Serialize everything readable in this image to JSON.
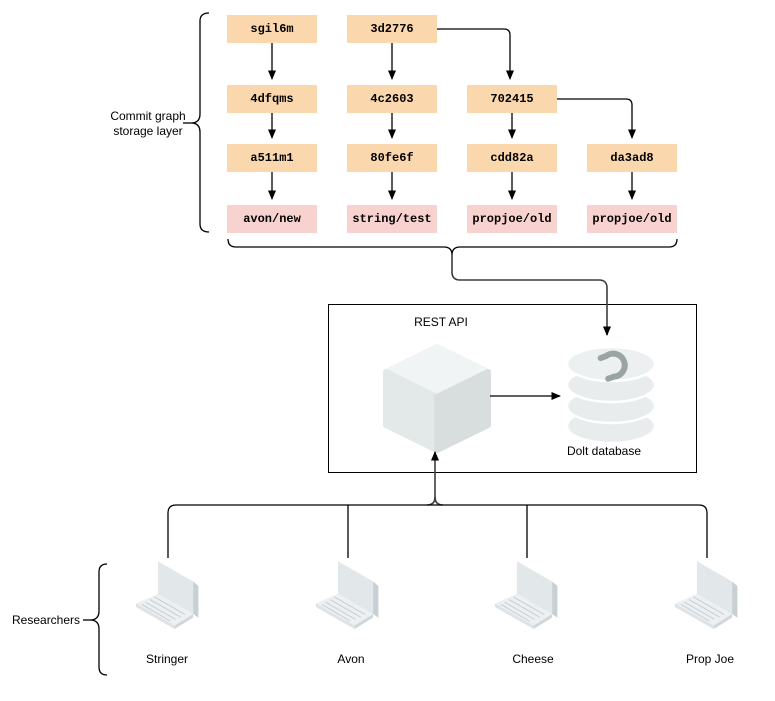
{
  "diagram": {
    "storage_layer": {
      "label_line1": "Commit graph",
      "label_line2": "storage layer",
      "columns": [
        {
          "commits": [
            "sgil6m",
            "4dfqms",
            "a511m1"
          ],
          "branch": "avon/new"
        },
        {
          "commits": [
            "3d2776",
            "4c2603",
            "80fe6f"
          ],
          "branch": "string/test"
        },
        {
          "commits": [
            "702415",
            "cdd82a"
          ],
          "branch": "propjoe/old"
        },
        {
          "commits": [
            "da3ad8"
          ],
          "branch": "propjoe/old"
        }
      ]
    },
    "api": {
      "label": "REST API",
      "database_label": "Dolt database"
    },
    "researchers": {
      "label": "Researchers",
      "names": [
        "Stringer",
        "Avon",
        "Cheese",
        "Prop Joe"
      ]
    },
    "colors": {
      "commit_fill": "#fad7ac",
      "branch_fill": "#f8d2cf",
      "cube_top": "#f1f4f4",
      "cube_left": "#e3e8e9",
      "cube_right": "#d8dede",
      "database_fill": "#e8ecec",
      "logo_gray": "#9ba4a5",
      "line": "#000000"
    }
  }
}
